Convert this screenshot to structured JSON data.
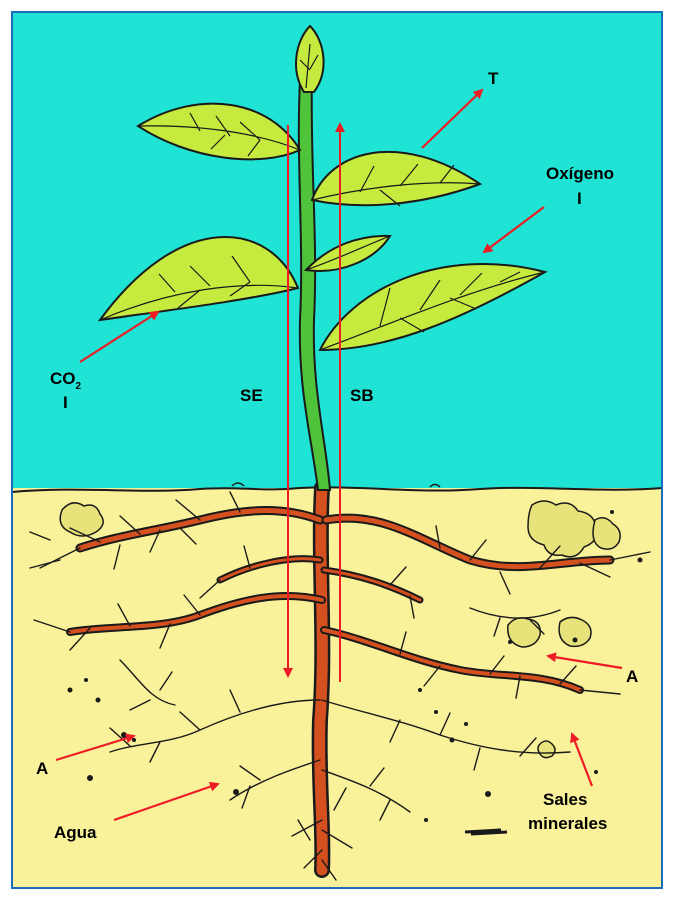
{
  "colors": {
    "sky": "#1fe3d4",
    "soil": "#faf29a",
    "frame": "#1b6bbf",
    "arrow": "#ee1c24",
    "leaf": "#c6eb3e",
    "stem": "#4fc33a",
    "root": "#d4501e",
    "outline": "#1a1a1a"
  },
  "labels": {
    "t": "T",
    "oxygen": "Oxígeno",
    "oxygen_sub": "I",
    "co2_main": "CO",
    "co2_subscript": "2",
    "co2_sub": "I",
    "se": "SE",
    "sb": "SB",
    "a_left": "A",
    "a_right": "A",
    "agua": "Agua",
    "sales_line1": "Sales",
    "sales_line2": "minerales"
  }
}
